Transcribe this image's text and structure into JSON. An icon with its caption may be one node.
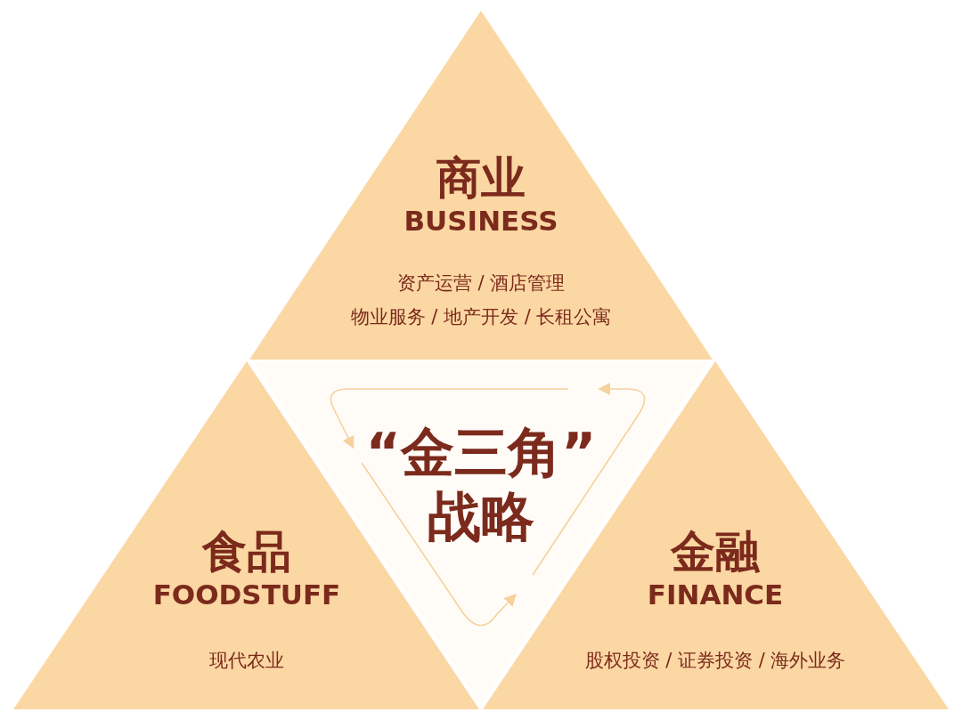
{
  "diagram": {
    "nodes": [
      {
        "text": [
          "商业",
          "BUSINESS",
          "资产运营 / 酒店管理",
          "物业服务 / 地产开发 / 长租公寓"
        ]
      },
      {
        "text": [
          "“金三角”战略"
        ]
      },
      {
        "text": [
          "食品",
          "FOODSTUFF",
          "现代农业"
        ]
      },
      {
        "text": [
          "金融",
          "FINANCE",
          "股权投资 / 证券投资 / 海外业务"
        ]
      }
    ]
  }
}
